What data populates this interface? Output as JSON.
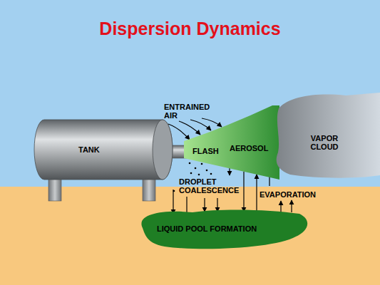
{
  "diagram": {
    "title": "Dispersion Dynamics",
    "nodes": [
      {
        "text": [
          "TANK"
        ]
      },
      {
        "text": [
          "FLASH",
          "AEROSOL"
        ]
      },
      {
        "text": [
          "VAPOR CLOUD"
        ]
      },
      {
        "text": [
          "LIQUID POOL FORMATION"
        ]
      }
    ],
    "edges": [
      {
        "from": 1,
        "to": 3,
        "arrow": "to"
      },
      {
        "from": 3,
        "to": 1,
        "label": "EVAPORATION",
        "arrow": "to"
      }
    ],
    "labels": [
      "ENTRAINED AIR",
      "DROPLET COALESCENCE"
    ]
  }
}
